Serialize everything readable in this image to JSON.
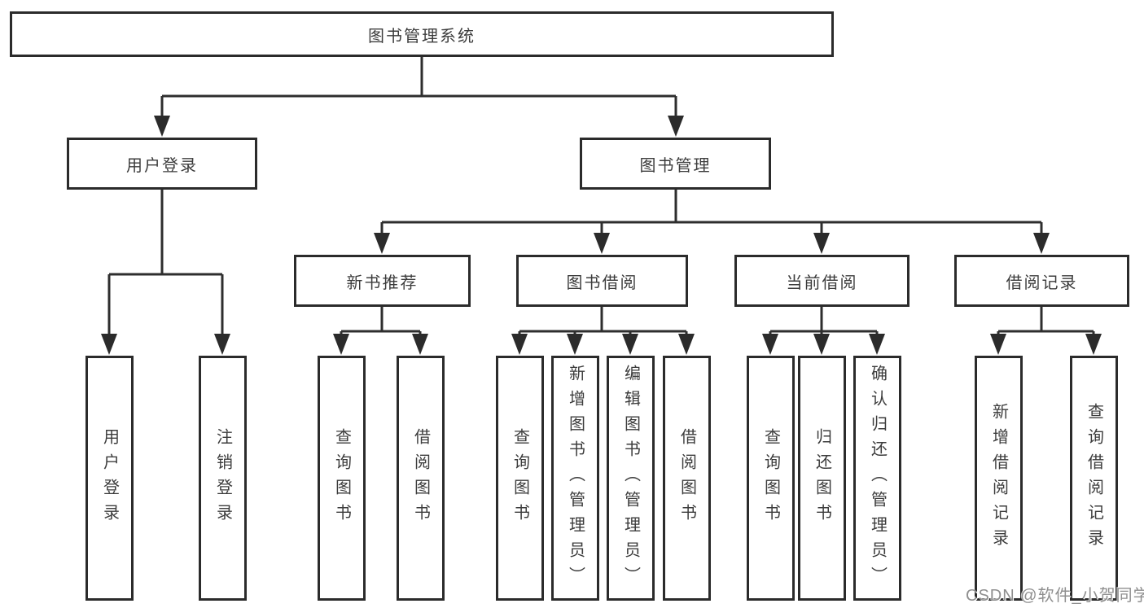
{
  "diagram": {
    "title": "图书管理系统",
    "nodes": {
      "root": "图书管理系统",
      "user_login": "用户登录",
      "book_management": "图书管理",
      "new_book_recommend": "新书推荐",
      "book_borrowing": "图书借阅",
      "current_borrowing": "当前借阅",
      "borrowing_records": "借阅记录"
    },
    "leaves": {
      "user_login": "用户登录",
      "logout": "注销登录",
      "nbr_query_books": "查询图书",
      "nbr_borrow_books": "借阅图书",
      "bb_query_books": "查询图书",
      "bb_add_books_admin": "新增图书（管理员）",
      "bb_edit_books_admin": "编辑图书（管理员）",
      "bb_borrow_books": "借阅图书",
      "cb_query_books": "查询图书",
      "cb_return_books": "归还图书",
      "cb_confirm_return_admin": "确认归还（管理员）",
      "br_add_record": "新增借阅记录",
      "br_query_record": "查询借阅记录"
    }
  },
  "watermark": "CSDN @软件_小贺同学",
  "colors": {
    "line": "#2e2e2e",
    "border": "#2b2b2b",
    "text": "#3c3c3c",
    "watermark": "#8f8f8f",
    "background": "#ffffff"
  }
}
